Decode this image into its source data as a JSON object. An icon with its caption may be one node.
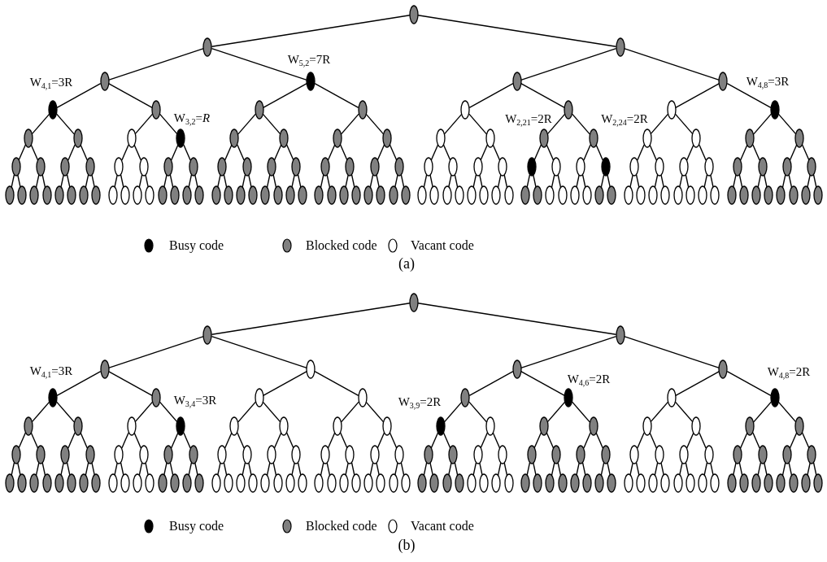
{
  "diagram": {
    "nodes": [
      {
        "text": [],
        "shape": "ellipse"
      },
      {
        "text": [],
        "shape": "ellipse"
      },
      {
        "text": [],
        "shape": "ellipse"
      },
      {
        "text": [],
        "shape": "ellipse"
      },
      {
        "text": [],
        "shape": "ellipse",
        "beside": [
          "W$_{5,2}$=7R"
        ]
      },
      {
        "text": [],
        "shape": "ellipse"
      },
      {
        "text": [],
        "shape": "ellipse"
      },
      {
        "text": [],
        "shape": "ellipse",
        "beside": [
          "W$_{4,1}$=3R"
        ]
      },
      {
        "text": [],
        "shape": "ellipse"
      },
      {
        "text": [],
        "shape": "ellipse"
      },
      {
        "text": [],
        "shape": "ellipse"
      },
      {
        "text": [],
        "shape": "ellipse"
      },
      {
        "text": [],
        "shape": "ellipse"
      },
      {
        "text": [],
        "shape": "ellipse"
      },
      {
        "text": [],
        "shape": "ellipse",
        "beside": [
          "W$_{4,8}$=3R"
        ]
      },
      {
        "text": [],
        "shape": "ellipse"
      },
      {
        "text": [],
        "shape": "ellipse"
      },
      {
        "text": [],
        "shape": "ellipse"
      },
      {
        "text": [],
        "shape": "ellipse",
        "beside": [
          "W$_{3,2}$=*R*"
        ]
      },
      {
        "text": [],
        "shape": "ellipse"
      },
      {
        "text": [],
        "shape": "ellipse"
      },
      {
        "text": [],
        "shape": "ellipse"
      },
      {
        "text": [],
        "shape": "ellipse"
      },
      {
        "text": [],
        "shape": "ellipse"
      },
      {
        "text": [],
        "shape": "ellipse"
      },
      {
        "text": [],
        "shape": "ellipse"
      },
      {
        "text": [],
        "shape": "ellipse"
      },
      {
        "text": [],
        "shape": "ellipse"
      },
      {
        "text": [],
        "shape": "ellipse"
      },
      {
        "text": [],
        "shape": "ellipse"
      },
      {
        "text": [],
        "shape": "ellipse"
      },
      {
        "text": [],
        "shape": "ellipse"
      },
      {
        "text": [],
        "shape": "ellipse"
      },
      {
        "text": [],
        "shape": "ellipse"
      },
      {
        "text": [],
        "shape": "ellipse"
      },
      {
        "text": [],
        "shape": "ellipse"
      },
      {
        "text": [],
        "shape": "ellipse"
      },
      {
        "text": [],
        "shape": "ellipse"
      },
      {
        "text": [],
        "shape": "ellipse"
      },
      {
        "text": [],
        "shape": "ellipse"
      },
      {
        "text": [],
        "shape": "ellipse"
      },
      {
        "text": [],
        "shape": "ellipse"
      },
      {
        "text": [],
        "shape": "ellipse"
      },
      {
        "text": [],
        "shape": "ellipse"
      },
      {
        "text": [],
        "shape": "ellipse"
      },
      {
        "text": [],
        "shape": "ellipse"
      },
      {
        "text": [],
        "shape": "ellipse"
      },
      {
        "text": [],
        "shape": "ellipse"
      },
      {
        "text": [],
        "shape": "ellipse"
      },
      {
        "text": [],
        "shape": "ellipse"
      },
      {
        "text": [],
        "shape": "ellipse"
      },
      {
        "text": [],
        "shape": "ellipse"
      },
      {
        "text": [],
        "shape": "ellipse"
      },
      {
        "text": [],
        "shape": "ellipse"
      },
      {
        "text": [],
        "shape": "ellipse"
      },
      {
        "text": [],
        "shape": "ellipse"
      },
      {
        "text": [],
        "shape": "ellipse"
      },
      {
        "text": [],
        "shape": "ellipse"
      },
      {
        "text": [],
        "shape": "ellipse"
      },
      {
        "text": [],
        "shape": "ellipse"
      },
      {
        "text": [],
        "shape": "ellipse"
      },
      {
        "text": [],
        "shape": "ellipse"
      },
      {
        "text": [],
        "shape": "ellipse"
      },
      {
        "text": [],
        "shape": "ellipse"
      },
      {
        "text": [],
        "shape": "ellipse"
      },
      {
        "text": [],
        "shape": "ellipse"
      },
      {
        "text": [],
        "shape": "ellipse"
      },
      {
        "text": [],
        "shape": "ellipse"
      },
      {
        "text": [],
        "shape": "ellipse"
      },
      {
        "text": [],
        "shape": "ellipse"
      },
      {
        "text": [],
        "shape": "ellipse"
      },
      {
        "text": [],
        "shape": "ellipse"
      },
      {
        "text": [],
        "shape": "ellipse"
      },
      {
        "text": [],
        "shape": "ellipse"
      },
      {
        "text": [],
        "shape": "ellipse"
      },
      {
        "text": [],
        "shape": "ellipse"
      },
      {
        "text": [],
        "shape": "ellipse"
      },
      {
        "text": [],
        "shape": "ellipse"
      },
      {
        "text": [],
        "shape": "ellipse"
      },
      {
        "text": [],
        "shape": "ellipse"
      },
      {
        "text": [],
        "shape": "ellipse"
      },
      {
        "text": [],
        "shape": "ellipse"
      },
      {
        "text": [],
        "shape": "ellipse"
      },
      {
        "text": [],
        "shape": "ellipse"
      },
      {
        "text": [],
        "shape": "ellipse"
      },
      {
        "text": [],
        "shape": "ellipse"
      },
      {
        "text": [],
        "shape": "ellipse"
      },
      {
        "text": [],
        "shape": "ellipse"
      },
      {
        "text": [],
        "shape": "ellipse"
      },
      {
        "text": [],
        "shape": "ellipse"
      },
      {
        "text": [],
        "shape": "ellipse"
      },
      {
        "text": [],
        "shape": "ellipse"
      },
      {
        "text": [],
        "shape": "ellipse"
      },
      {
        "text": [],
        "shape": "ellipse"
      },
      {
        "text": [],
        "shape": "ellipse"
      },
      {
        "text": [],
        "shape": "ellipse"
      },
      {
        "text": [],
        "shape": "ellipse"
      },
      {
        "text": [],
        "shape": "ellipse"
      },
      {
        "text": [],
        "shape": "ellipse"
      },
      {
        "text": [],
        "shape": "ellipse"
      },
      {
        "text": [],
        "shape": "ellipse"
      },
      {
        "text": [],
        "shape": "ellipse"
      },
      {
        "text": [],
        "shape": "ellipse"
      },
      {
        "text": [],
        "shape": "ellipse"
      },
      {
        "text": [],
        "shape": "ellipse"
      },
      {
        "text": [],
        "shape": "ellipse"
      },
      {
        "text": [],
        "shape": "ellipse"
      },
      {
        "text": [],
        "shape": "ellipse"
      },
      {
        "text": [],
        "shape": "ellipse"
      },
      {
        "text": [],
        "shape": "ellipse"
      },
      {
        "text": [],
        "shape": "ellipse"
      },
      {
        "text": [],
        "shape": "ellipse"
      },
      {
        "text": [],
        "shape": "ellipse"
      },
      {
        "text": [],
        "shape": "ellipse"
      },
      {
        "text": [],
        "shape": "ellipse"
      },
      {
        "text": [],
        "shape": "ellipse"
      },
      {
        "text": [],
        "shape": "ellipse"
      },
      {
        "text": [],
        "shape": "ellipse"
      },
      {
        "text": [],
        "shape": "ellipse"
      },
      {
        "text": [],
        "shape": "ellipse"
      },
      {
        "text": [],
        "shape": "ellipse"
      },
      {
        "text": [],
        "shape": "ellipse"
      },
      {
        "text": [],
        "shape": "ellipse"
      },
      {
        "text": [],
        "shape": "ellipse"
      },
      {
        "text": [],
        "shape": "ellipse"
      },
      {
        "text": [],
        "shape": "ellipse"
      },
      {
        "text": [],
        "shape": "ellipse"
      },
      {
        "text": [],
        "shape": "ellipse"
      },
      {
        "text": [],
        "shape": "ellipse"
      },
      {
        "text": [],
        "shape": "ellipse"
      },
      {
        "text": [],
        "shape": "ellipse"
      },
      {
        "text": [],
        "shape": "ellipse"
      },
      {
        "text": [],
        "shape": "ellipse"
      },
      {
        "text": [],
        "shape": "ellipse"
      },
      {
        "text": [],
        "shape": "ellipse",
        "beside": [
          "W$_{4,1}$=3R"
        ]
      },
      {
        "text": [],
        "shape": "ellipse"
      },
      {
        "text": [],
        "shape": "ellipse"
      },
      {
        "text": [],
        "shape": "ellipse"
      },
      {
        "text": [],
        "shape": "ellipse"
      },
      {
        "text": [],
        "shape": "ellipse",
        "beside": [
          "W$_{4,6}$=2R"
        ]
      },
      {
        "text": [],
        "shape": "ellipse"
      },
      {
        "text": [],
        "shape": "ellipse",
        "beside": [
          "W$_{4,8}$=2R"
        ]
      },
      {
        "text": [],
        "shape": "ellipse"
      },
      {
        "text": [],
        "shape": "ellipse"
      },
      {
        "text": [],
        "shape": "ellipse"
      },
      {
        "text": [],
        "shape": "ellipse",
        "beside": [
          "W$_{3,4}$=3R"
        ]
      },
      {
        "text": [],
        "shape": "ellipse"
      },
      {
        "text": [],
        "shape": "ellipse"
      },
      {
        "text": [],
        "shape": "ellipse"
      },
      {
        "text": [],
        "shape": "ellipse"
      },
      {
        "text": [],
        "shape": "ellipse",
        "beside": [
          "W$_{3,9}$=2R"
        ]
      },
      {
        "text": [],
        "shape": "ellipse"
      },
      {
        "text": [],
        "shape": "ellipse"
      },
      {
        "text": [],
        "shape": "ellipse"
      },
      {
        "text": [],
        "shape": "ellipse"
      },
      {
        "text": [],
        "shape": "ellipse"
      },
      {
        "text": [],
        "shape": "ellipse"
      },
      {
        "text": [],
        "shape": "ellipse"
      },
      {
        "text": [],
        "shape": "ellipse"
      },
      {
        "text": [],
        "shape": "ellipse"
      },
      {
        "text": [],
        "shape": "ellipse"
      },
      {
        "text": [],
        "shape": "ellipse"
      },
      {
        "text": [],
        "shape": "ellipse"
      },
      {
        "text": [],
        "shape": "ellipse"
      },
      {
        "text": [],
        "shape": "ellipse"
      },
      {
        "text": [],
        "shape": "ellipse"
      },
      {
        "text": [],
        "shape": "ellipse"
      },
      {
        "text": [],
        "shape": "ellipse"
      },
      {
        "text": [],
        "shape": "ellipse"
      },
      {
        "text": [],
        "shape": "ellipse"
      },
      {
        "text": [],
        "shape": "ellipse"
      },
      {
        "text": [],
        "shape": "ellipse"
      },
      {
        "text": [],
        "shape": "ellipse"
      },
      {
        "text": [],
        "shape": "ellipse"
      },
      {
        "text": [],
        "shape": "ellipse"
      },
      {
        "text": [],
        "shape": "ellipse"
      },
      {
        "text": [],
        "shape": "ellipse"
      },
      {
        "text": [],
        "shape": "ellipse"
      },
      {
        "text": [],
        "shape": "ellipse"
      },
      {
        "text": [],
        "shape": "ellipse"
      },
      {
        "text": [],
        "shape": "ellipse"
      },
      {
        "text": [],
        "shape": "ellipse"
      },
      {
        "text": [],
        "shape": "ellipse"
      },
      {
        "text": [],
        "shape": "ellipse"
      },
      {
        "text": [],
        "shape": "ellipse"
      },
      {
        "text": [],
        "shape": "ellipse"
      },
      {
        "text": [],
        "shape": "ellipse"
      },
      {
        "text": [],
        "shape": "ellipse"
      },
      {
        "text": [],
        "shape": "ellipse"
      },
      {
        "text": [],
        "shape": "ellipse"
      },
      {
        "text": [],
        "shape": "ellipse"
      },
      {
        "text": [],
        "shape": "ellipse"
      },
      {
        "text": [],
        "shape": "ellipse"
      },
      {
        "text": [],
        "shape": "ellipse"
      },
      {
        "text": [],
        "shape": "ellipse"
      },
      {
        "text": [],
        "shape": "ellipse"
      },
      {
        "text": [],
        "shape": "ellipse"
      },
      {
        "text": [],
        "shape": "ellipse"
      },
      {
        "text": [],
        "shape": "ellipse"
      },
      {
        "text": [],
        "shape": "ellipse"
      },
      {
        "text": [],
        "shape": "ellipse"
      },
      {
        "text": [],
        "shape": "ellipse"
      },
      {
        "text": [],
        "shape": "ellipse"
      },
      {
        "text": [],
        "shape": "ellipse"
      },
      {
        "text": [],
        "shape": "ellipse"
      },
      {
        "text": [],
        "shape": "ellipse"
      },
      {
        "text": [],
        "shape": "ellipse"
      },
      {
        "text": [],
        "shape": "ellipse"
      },
      {
        "text": [],
        "shape": "ellipse"
      },
      {
        "text": [],
        "shape": "ellipse"
      },
      {
        "text": [],
        "shape": "ellipse"
      },
      {
        "text": [],
        "shape": "ellipse"
      },
      {
        "text": [],
        "shape": "ellipse"
      },
      {
        "text": [],
        "shape": "ellipse"
      },
      {
        "text": [],
        "shape": "ellipse"
      },
      {
        "text": [],
        "shape": "ellipse"
      },
      {
        "text": [],
        "shape": "ellipse"
      },
      {
        "text": [],
        "shape": "ellipse"
      },
      {
        "text": [],
        "shape": "ellipse"
      },
      {
        "text": [],
        "shape": "ellipse"
      },
      {
        "text": [],
        "shape": "ellipse"
      },
      {
        "text": [],
        "shape": "ellipse"
      },
      {
        "text": [],
        "shape": "ellipse"
      },
      {
        "text": [],
        "shape": "ellipse"
      },
      {
        "text": [],
        "shape": "ellipse"
      },
      {
        "text": [],
        "shape": "ellipse"
      },
      {
        "text": [],
        "shape": "ellipse"
      },
      {
        "text": [],
        "shape": "ellipse"
      },
      {
        "text": [],
        "shape": "ellipse"
      },
      {
        "text": [],
        "shape": "ellipse"
      },
      {
        "text": [],
        "shape": "ellipse"
      },
      {
        "text": [],
        "shape": "ellipse"
      },
      {
        "text": [],
        "shape": "ellipse"
      },
      {
        "text": [],
        "shape": "ellipse"
      },
      {
        "text": [],
        "shape": "ellipse"
      },
      {
        "text": [],
        "shape": "ellipse"
      },
      {
        "text": [],
        "shape": "ellipse"
      },
      {
        "text": [],
        "shape": "ellipse"
      },
      {
        "text": [],
        "shape": "ellipse"
      },
      {
        "text": [],
        "shape": "ellipse"
      },
      {
        "text": [],
        "shape": "ellipse"
      },
      {
        "text": [],
        "shape": "ellipse"
      },
      {
        "text": [],
        "shape": "ellipse"
      },
      {
        "text": [],
        "shape": "ellipse"
      },
      {
        "text": [],
        "shape": "ellipse"
      },
      {
        "text": [],
        "shape": "ellipse"
      },
      {
        "text": [],
        "shape": "ellipse"
      },
      {
        "text": [],
        "shape": "ellipse"
      },
      {
        "text": [],
        "shape": "ellipse"
      },
      {
        "text": [],
        "shape": "ellipse"
      },
      {
        "text": [],
        "shape": "ellipse"
      },
      {
        "text": [],
        "shape": "ellipse"
      },
      {
        "text": [],
        "shape": "ellipse"
      },
      {
        "text": [],
        "shape": "ellipse"
      }
    ],
    "edges": [
      {
        "from": 0,
        "to": 1,
        "arrow": "none"
      },
      {
        "from": 0,
        "to": 2,
        "arrow": "none"
      },
      {
        "from": 1,
        "to": 3,
        "arrow": "none"
      },
      {
        "from": 1,
        "to": 4,
        "arrow": "none"
      },
      {
        "from": 2,
        "to": 5,
        "arrow": "none"
      },
      {
        "from": 2,
        "to": 6,
        "arrow": "none"
      },
      {
        "from": 3,
        "to": 7,
        "arrow": "none"
      },
      {
        "from": 3,
        "to": 8,
        "arrow": "none"
      },
      {
        "from": 4,
        "to": 9,
        "arrow": "none"
      },
      {
        "from": 4,
        "to": 10,
        "arrow": "none"
      },
      {
        "from": 5,
        "to": 11,
        "arrow": "none"
      },
      {
        "from": 5,
        "to": 12,
        "arrow": "none"
      },
      {
        "from": 6,
        "to": 13,
        "arrow": "none"
      },
      {
        "from": 6,
        "to": 14,
        "arrow": "none"
      },
      {
        "from": 7,
        "to": 15,
        "arrow": "none"
      },
      {
        "from": 7,
        "to": 16,
        "arrow": "none"
      },
      {
        "from": 8,
        "to": 17,
        "arrow": "none"
      },
      {
        "from": 8,
        "to": 18,
        "arrow": "none"
      },
      {
        "from": 9,
        "to": 19,
        "arrow": "none"
      },
      {
        "from": 9,
        "to": 20,
        "arrow": "none"
      },
      {
        "from": 10,
        "to": 21,
        "arrow": "none"
      },
      {
        "from": 10,
        "to": 22,
        "arrow": "none"
      },
      {
        "from": 11,
        "to": 23,
        "arrow": "none"
      },
      {
        "from": 11,
        "to": 24,
        "arrow": "none"
      },
      {
        "from": 12,
        "to": 25,
        "arrow": "none"
      },
      {
        "from": 12,
        "to": 26,
        "arrow": "none"
      },
      {
        "from": 13,
        "to": 27,
        "arrow": "none"
      },
      {
        "from": 13,
        "to": 28,
        "arrow": "none"
      },
      {
        "from": 14,
        "to": 29,
        "arrow": "none"
      },
      {
        "from": 14,
        "to": 30,
        "arrow": "none"
      },
      {
        "from": 15,
        "to": 31,
        "arrow": "none"
      },
      {
        "from": 15,
        "to": 32,
        "arrow": "none"
      },
      {
        "from": 16,
        "to": 33,
        "arrow": "none"
      },
      {
        "from": 16,
        "to": 34,
        "arrow": "none"
      },
      {
        "from": 17,
        "to": 35,
        "arrow": "none"
      },
      {
        "from": 17,
        "to": 36,
        "arrow": "none"
      },
      {
        "from": 18,
        "to": 37,
        "arrow": "none"
      },
      {
        "from": 18,
        "to": 38,
        "arrow": "none"
      },
      {
        "from": 19,
        "to": 39,
        "arrow": "none"
      },
      {
        "from": 19,
        "to": 40,
        "arrow": "none"
      },
      {
        "from": 20,
        "to": 41,
        "arrow": "none"
      },
      {
        "from": 20,
        "to": 42,
        "arrow": "none"
      },
      {
        "from": 21,
        "to": 43,
        "arrow": "none"
      },
      {
        "from": 21,
        "to": 44,
        "arrow": "none"
      },
      {
        "from": 22,
        "to": 45,
        "arrow": "none"
      },
      {
        "from": 22,
        "to": 46,
        "arrow": "none"
      },
      {
        "from": 23,
        "to": 47,
        "arrow": "none"
      },
      {
        "from": 23,
        "to": 48,
        "arrow": "none"
      },
      {
        "from": 24,
        "to": 49,
        "arrow": "none"
      },
      {
        "from": 24,
        "to": 50,
        "arrow": "none"
      },
      {
        "from": 25,
        "to": 51,
        "arrow": "none"
      },
      {
        "from": 25,
        "to": 52,
        "arrow": "none"
      },
      {
        "from": 26,
        "to": 53,
        "arrow": "none"
      },
      {
        "from": 26,
        "to": 54,
        "arrow": "none"
      },
      {
        "from": 27,
        "to": 55,
        "arrow": "none"
      },
      {
        "from": 27,
        "to": 56,
        "arrow": "none"
      },
      {
        "from": 28,
        "to": 57,
        "arrow": "none"
      },
      {
        "from": 28,
        "to": 58,
        "arrow": "none"
      },
      {
        "from": 29,
        "to": 59,
        "arrow": "none"
      },
      {
        "from": 29,
        "to": 60,
        "arrow": "none"
      },
      {
        "from": 30,
        "to": 61,
        "arrow": "none"
      },
      {
        "from": 30,
        "to": 62,
        "arrow": "none"
      },
      {
        "from": 31,
        "to": 63,
        "arrow": "none"
      },
      {
        "from": 31,
        "to": 64,
        "arrow": "none"
      },
      {
        "from": 32,
        "to": 65,
        "arrow": "none"
      },
      {
        "from": 32,
        "to": 66,
        "arrow": "none"
      },
      {
        "from": 33,
        "to": 67,
        "arrow": "none"
      },
      {
        "from": 33,
        "to": 68,
        "arrow": "none"
      },
      {
        "from": 34,
        "to": 69,
        "arrow": "none"
      },
      {
        "from": 34,
        "to": 70,
        "arrow": "none"
      },
      {
        "from": 35,
        "to": 71,
        "arrow": "none"
      },
      {
        "from": 35,
        "to": 72,
        "arrow": "none"
      },
      {
        "from": 36,
        "to": 73,
        "arrow": "none"
      },
      {
        "from": 36,
        "to": 74,
        "arrow": "none"
      },
      {
        "from": 37,
        "to": 75,
        "arrow": "none"
      },
      {
        "from": 37,
        "to": 76,
        "arrow": "none"
      },
      {
        "from": 38,
        "to": 77,
        "arrow": "none"
      },
      {
        "from": 38,
        "to": 78,
        "arrow": "none"
      },
      {
        "from": 39,
        "to": 79,
        "arrow": "none"
      },
      {
        "from": 39,
        "to": 80,
        "arrow": "none"
      },
      {
        "from": 40,
        "to": 81,
        "arrow": "none"
      },
      {
        "from": 40,
        "to": 82,
        "arrow": "none"
      },
      {
        "from": 41,
        "to": 83,
        "arrow": "none"
      },
      {
        "from": 41,
        "to": 84,
        "arrow": "none"
      },
      {
        "from": 42,
        "to": 85,
        "arrow": "none"
      },
      {
        "from": 42,
        "to": 86,
        "arrow": "none"
      },
      {
        "from": 43,
        "to": 87,
        "arrow": "none"
      },
      {
        "from": 43,
        "to": 88,
        "arrow": "none"
      },
      {
        "from": 44,
        "to": 89,
        "arrow": "none"
      },
      {
        "from": 44,
        "to": 90,
        "arrow": "none"
      },
      {
        "from": 45,
        "to": 91,
        "arrow": "none"
      },
      {
        "from": 45,
        "to": 92,
        "arrow": "none"
      },
      {
        "from": 46,
        "to": 93,
        "arrow": "none"
      },
      {
        "from": 46,
        "to": 94,
        "arrow": "none"
      },
      {
        "from": 47,
        "to": 95,
        "arrow": "none"
      },
      {
        "from": 47,
        "to": 96,
        "arrow": "none"
      },
      {
        "from": 48,
        "to": 97,
        "arrow": "none"
      },
      {
        "from": 48,
        "to": 98,
        "arrow": "none"
      },
      {
        "from": 49,
        "to": 99,
        "arrow": "none"
      },
      {
        "from": 49,
        "to": 100,
        "arrow": "none"
      },
      {
        "from": 50,
        "to": 101,
        "arrow": "none"
      },
      {
        "from": 50,
        "to": 102,
        "arrow": "none"
      },
      {
        "from": 51,
        "to": 103,
        "arrow": "none"
      },
      {
        "from": 51,
        "to": 104,
        "arrow": "none"
      },
      {
        "from": 52,
        "to": 105,
        "arrow": "none"
      },
      {
        "from": 52,
        "to": 106,
        "arrow": "none"
      },
      {
        "from": 53,
        "to": 107,
        "arrow": "none"
      },
      {
        "from": 53,
        "to": 108,
        "arrow": "none"
      },
      {
        "from": 54,
        "to": 109,
        "arrow": "none"
      },
      {
        "from": 54,
        "to": 110,
        "arrow": "none"
      },
      {
        "from": 55,
        "to": 111,
        "arrow": "none"
      },
      {
        "from": 55,
        "to": 112,
        "arrow": "none"
      },
      {
        "from": 56,
        "to": 113,
        "arrow": "none"
      },
      {
        "from": 56,
        "to": 114,
        "arrow": "none"
      },
      {
        "from": 57,
        "to": 115,
        "arrow": "none"
      },
      {
        "from": 57,
        "to": 116,
        "arrow": "none"
      },
      {
        "from": 58,
        "to": 117,
        "arrow": "none"
      },
      {
        "from": 58,
        "to": 118,
        "arrow": "none"
      },
      {
        "from": 59,
        "to": 119,
        "arrow": "none"
      },
      {
        "from": 59,
        "to": 120,
        "arrow": "none"
      },
      {
        "from": 60,
        "to": 121,
        "arrow": "none"
      },
      {
        "from": 60,
        "to": 122,
        "arrow": "none"
      },
      {
        "from": 61,
        "to": 123,
        "arrow": "none"
      },
      {
        "from": 61,
        "to": 124,
        "arrow": "none"
      },
      {
        "from": 62,
        "to": 125,
        "arrow": "none"
      },
      {
        "from": 62,
        "to": 126,
        "arrow": "none"
      },
      {
        "from": 127,
        "to": 128,
        "arrow": "none"
      },
      {
        "from": 127,
        "to": 129,
        "arrow": "none"
      },
      {
        "from": 128,
        "to": 130,
        "arrow": "none"
      },
      {
        "from": 128,
        "to": 131,
        "arrow": "none"
      },
      {
        "from": 129,
        "to": 132,
        "arrow": "none"
      },
      {
        "from": 129,
        "to": 133,
        "arrow": "none"
      },
      {
        "from": 130,
        "to": 134,
        "arrow": "none"
      },
      {
        "from": 130,
        "to": 135,
        "arrow": "none"
      },
      {
        "from": 131,
        "to": 136,
        "arrow": "none"
      },
      {
        "from": 131,
        "to": 137,
        "arrow": "none"
      },
      {
        "from": 132,
        "to": 138,
        "arrow": "none"
      },
      {
        "from": 132,
        "to": 139,
        "arrow": "none"
      },
      {
        "from": 133,
        "to": 140,
        "arrow": "none"
      },
      {
        "from": 133,
        "to": 141,
        "arrow": "none"
      },
      {
        "from": 134,
        "to": 142,
        "arrow": "none"
      },
      {
        "from": 134,
        "to": 143,
        "arrow": "none"
      },
      {
        "from": 135,
        "to": 144,
        "arrow": "none"
      },
      {
        "from": 135,
        "to": 145,
        "arrow": "none"
      },
      {
        "from": 136,
        "to": 146,
        "arrow": "none"
      },
      {
        "from": 136,
        "to": 147,
        "arrow": "none"
      },
      {
        "from": 137,
        "to": 148,
        "arrow": "none"
      },
      {
        "from": 137,
        "to": 149,
        "arrow": "none"
      },
      {
        "from": 138,
        "to": 150,
        "arrow": "none"
      },
      {
        "from": 138,
        "to": 151,
        "arrow": "none"
      },
      {
        "from": 139,
        "to": 152,
        "arrow": "none"
      },
      {
        "from": 139,
        "to": 153,
        "arrow": "none"
      },
      {
        "from": 140,
        "to": 154,
        "arrow": "none"
      },
      {
        "from": 140,
        "to": 155,
        "arrow": "none"
      },
      {
        "from": 141,
        "to": 156,
        "arrow": "none"
      },
      {
        "from": 141,
        "to": 157,
        "arrow": "none"
      },
      {
        "from": 142,
        "to": 158,
        "arrow": "none"
      },
      {
        "from": 142,
        "to": 159,
        "arrow": "none"
      },
      {
        "from": 143,
        "to": 160,
        "arrow": "none"
      },
      {
        "from": 143,
        "to": 161,
        "arrow": "none"
      },
      {
        "from": 144,
        "to": 162,
        "arrow": "none"
      },
      {
        "from": 144,
        "to": 163,
        "arrow": "none"
      },
      {
        "from": 145,
        "to": 164,
        "arrow": "none"
      },
      {
        "from": 145,
        "to": 165,
        "arrow": "none"
      },
      {
        "from": 146,
        "to": 166,
        "arrow": "none"
      },
      {
        "from": 146,
        "to": 167,
        "arrow": "none"
      },
      {
        "from": 147,
        "to": 168,
        "arrow": "none"
      },
      {
        "from": 147,
        "to": 169,
        "arrow": "none"
      },
      {
        "from": 148,
        "to": 170,
        "arrow": "none"
      },
      {
        "from": 148,
        "to": 171,
        "arrow": "none"
      },
      {
        "from": 149,
        "to": 172,
        "arrow": "none"
      },
      {
        "from": 149,
        "to": 173,
        "arrow": "none"
      },
      {
        "from": 150,
        "to": 174,
        "arrow": "none"
      },
      {
        "from": 150,
        "to": 175,
        "arrow": "none"
      },
      {
        "from": 151,
        "to": 176,
        "arrow": "none"
      },
      {
        "from": 151,
        "to": 177,
        "arrow": "none"
      },
      {
        "from": 152,
        "to": 178,
        "arrow": "none"
      },
      {
        "from": 152,
        "to": 179,
        "arrow": "none"
      },
      {
        "from": 153,
        "to": 180,
        "arrow": "none"
      },
      {
        "from": 153,
        "to": 181,
        "arrow": "none"
      },
      {
        "from": 154,
        "to": 182,
        "arrow": "none"
      },
      {
        "from": 154,
        "to": 183,
        "arrow": "none"
      },
      {
        "from": 155,
        "to": 184,
        "arrow": "none"
      },
      {
        "from": 155,
        "to": 185,
        "arrow": "none"
      },
      {
        "from": 156,
        "to": 186,
        "arrow": "none"
      },
      {
        "from": 156,
        "to": 187,
        "arrow": "none"
      },
      {
        "from": 157,
        "to": 188,
        "arrow": "none"
      },
      {
        "from": 157,
        "to": 189,
        "arrow": "none"
      },
      {
        "from": 158,
        "to": 190,
        "arrow": "none"
      },
      {
        "from": 158,
        "to": 191,
        "arrow": "none"
      },
      {
        "from": 159,
        "to": 192,
        "arrow": "none"
      },
      {
        "from": 159,
        "to": 193,
        "arrow": "none"
      },
      {
        "from": 160,
        "to": 194,
        "arrow": "none"
      },
      {
        "from": 160,
        "to": 195,
        "arrow": "none"
      },
      {
        "from": 161,
        "to": 196,
        "arrow": "none"
      },
      {
        "from": 161,
        "to": 197,
        "arrow": "none"
      },
      {
        "from": 162,
        "to": 198,
        "arrow": "none"
      },
      {
        "from": 162,
        "to": 199,
        "arrow": "none"
      },
      {
        "from": 163,
        "to": 200,
        "arrow": "none"
      },
      {
        "from": 163,
        "to": 201,
        "arrow": "none"
      },
      {
        "from": 164,
        "to": 202,
        "arrow": "none"
      },
      {
        "from": 164,
        "to": 203,
        "arrow": "none"
      },
      {
        "from": 165,
        "to": 204,
        "arrow": "none"
      },
      {
        "from": 165,
        "to": 205,
        "arrow": "none"
      },
      {
        "from": 166,
        "to": 206,
        "arrow": "none"
      },
      {
        "from": 166,
        "to": 207,
        "arrow": "none"
      },
      {
        "from": 167,
        "to": 208,
        "arrow": "none"
      },
      {
        "from": 167,
        "to": 209,
        "arrow": "none"
      },
      {
        "from": 168,
        "to": 210,
        "arrow": "none"
      },
      {
        "from": 168,
        "to": 211,
        "arrow": "none"
      },
      {
        "from": 169,
        "to": 212,
        "arrow": "none"
      },
      {
        "from": 169,
        "to": 213,
        "arrow": "none"
      },
      {
        "from": 170,
        "to": 214,
        "arrow": "none"
      },
      {
        "from": 170,
        "to": 215,
        "arrow": "none"
      },
      {
        "from": 171,
        "to": 216,
        "arrow": "none"
      },
      {
        "from": 171,
        "to": 217,
        "arrow": "none"
      },
      {
        "from": 172,
        "to": 218,
        "arrow": "none"
      },
      {
        "from": 172,
        "to": 219,
        "arrow": "none"
      },
      {
        "from": 173,
        "to": 220,
        "arrow": "none"
      },
      {
        "from": 173,
        "to": 221,
        "arrow": "none"
      },
      {
        "from": 174,
        "to": 222,
        "arrow": "none"
      },
      {
        "from": 174,
        "to": 223,
        "arrow": "none"
      },
      {
        "from": 175,
        "to": 224,
        "arrow": "none"
      },
      {
        "from": 175,
        "to": 225,
        "arrow": "none"
      },
      {
        "from": 176,
        "to": 226,
        "arrow": "none"
      },
      {
        "from": 176,
        "to": 227,
        "arrow": "none"
      },
      {
        "from": 177,
        "to": 228,
        "arrow": "none"
      },
      {
        "from": 177,
        "to": 229,
        "arrow": "none"
      },
      {
        "from": 178,
        "to": 230,
        "arrow": "none"
      },
      {
        "from": 178,
        "to": 231,
        "arrow": "none"
      },
      {
        "from": 179,
        "to": 232,
        "arrow": "none"
      },
      {
        "from": 179,
        "to": 233,
        "arrow": "none"
      },
      {
        "from": 180,
        "to": 234,
        "arrow": "none"
      },
      {
        "from": 180,
        "to": 235,
        "arrow": "none"
      },
      {
        "from": 181,
        "to": 236,
        "arrow": "none"
      },
      {
        "from": 181,
        "to": 237,
        "arrow": "none"
      },
      {
        "from": 182,
        "to": 238,
        "arrow": "none"
      },
      {
        "from": 182,
        "to": 239,
        "arrow": "none"
      },
      {
        "from": 183,
        "to": 240,
        "arrow": "none"
      },
      {
        "from": 183,
        "to": 241,
        "arrow": "none"
      },
      {
        "from": 184,
        "to": 242,
        "arrow": "none"
      },
      {
        "from": 184,
        "to": 243,
        "arrow": "none"
      },
      {
        "from": 185,
        "to": 244,
        "arrow": "none"
      },
      {
        "from": 185,
        "to": 245,
        "arrow": "none"
      },
      {
        "from": 186,
        "to": 246,
        "arrow": "none"
      },
      {
        "from": 186,
        "to": 247,
        "arrow": "none"
      },
      {
        "from": 187,
        "to": 248,
        "arrow": "none"
      },
      {
        "from": 187,
        "to": 249,
        "arrow": "none"
      },
      {
        "from": 188,
        "to": 250,
        "arrow": "none"
      },
      {
        "from": 188,
        "to": 251,
        "arrow": "none"
      },
      {
        "from": 189,
        "to": 252,
        "arrow": "none"
      },
      {
        "from": 189,
        "to": 253,
        "arrow": "none"
      }
    ],
    "labels": [
      "W$_{2,21}$=2R",
      "W$_{2,24}$=2R",
      "(a)",
      "(b)"
    ],
    "legend": [
      {
        "text": "Busy code",
        "color": "#000000"
      },
      {
        "text": "Blocked code",
        "color": "#808080"
      },
      {
        "text": "Vacant code",
        "color": "#ffffff"
      },
      {
        "text": "Busy code",
        "color": "#000000"
      },
      {
        "text": "Blocked code",
        "color": "#808080"
      },
      {
        "text": "Vacant code",
        "color": "#ffffff"
      }
    ]
  }
}
